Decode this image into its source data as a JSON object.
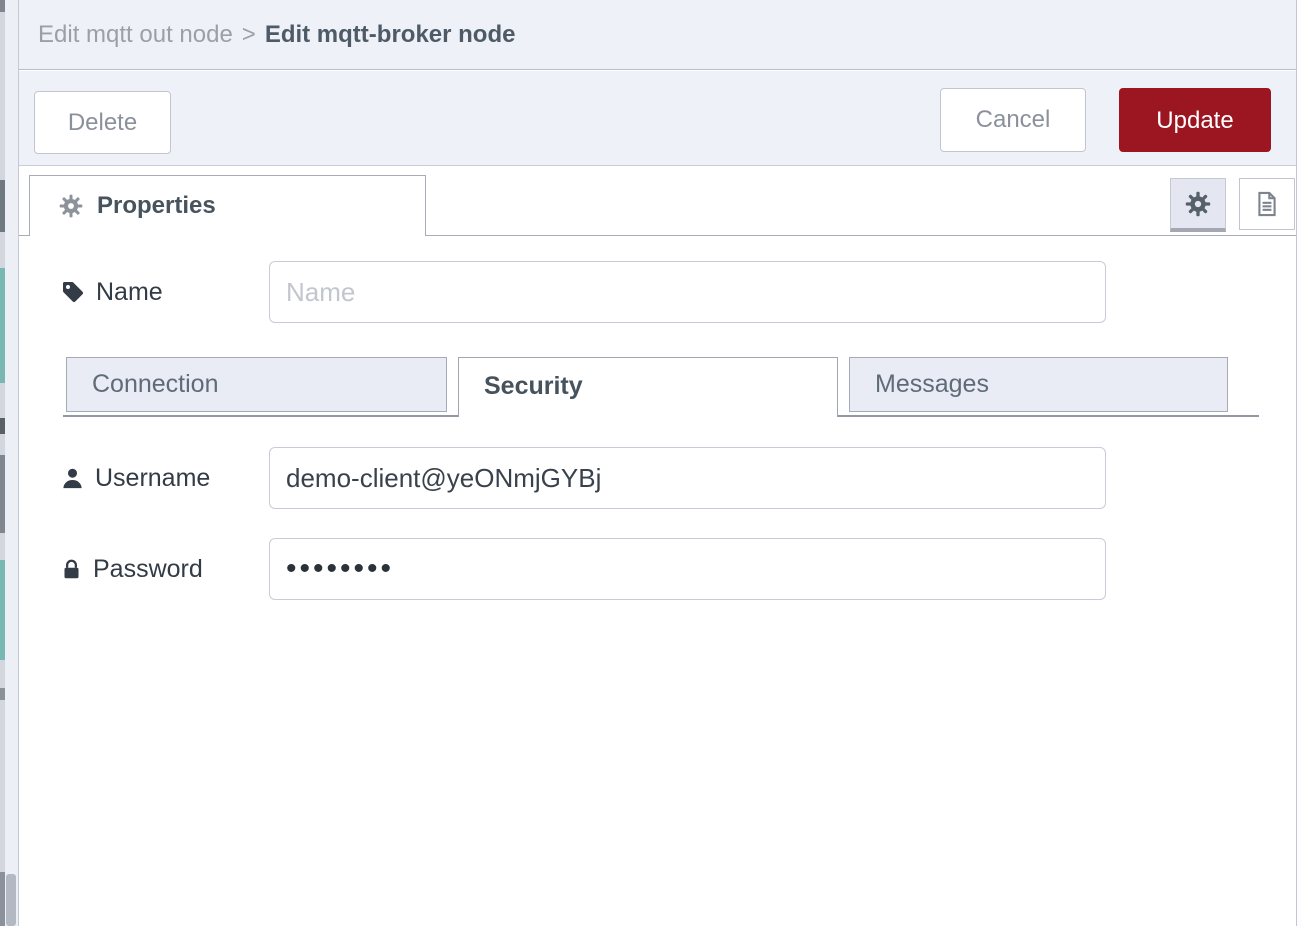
{
  "breadcrumb": {
    "parent": "Edit mqtt out node",
    "separator": ">",
    "current": "Edit mqtt-broker node"
  },
  "toolbar": {
    "delete_label": "Delete",
    "cancel_label": "Cancel",
    "update_label": "Update"
  },
  "panel": {
    "properties_tab_label": "Properties"
  },
  "form": {
    "name": {
      "label": "Name",
      "placeholder": "Name",
      "value": ""
    },
    "tabs": [
      {
        "label": "Connection",
        "active": false
      },
      {
        "label": "Security",
        "active": true
      },
      {
        "label": "Messages",
        "active": false
      }
    ],
    "username": {
      "label": "Username",
      "value": "demo-client@yeONmjGYBj"
    },
    "password": {
      "label": "Password",
      "value": "••••••••"
    }
  },
  "icons": {
    "properties": "gear-icon",
    "panel_buttons": [
      "gear-icon",
      "document-icon"
    ],
    "name_field": "tag-icon",
    "username_field": "user-icon",
    "password_field": "lock-icon"
  },
  "colors": {
    "primary_button": "#9b1620",
    "tray_background": "#eff1f9",
    "inactive_tab_background": "#e9ebf5",
    "active_text": "#46535d",
    "muted_text": "#8b919c"
  }
}
